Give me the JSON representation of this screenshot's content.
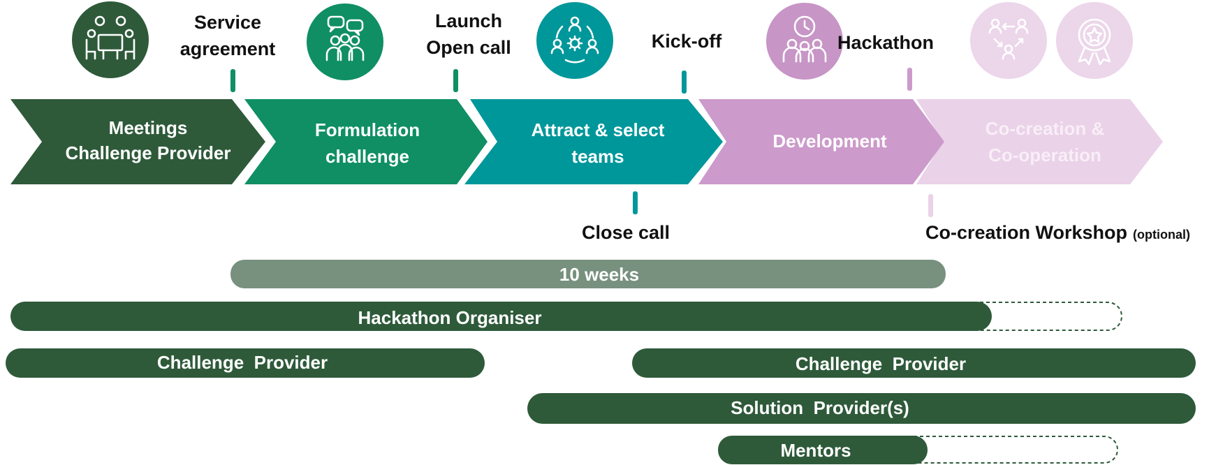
{
  "phases": [
    {
      "id": "meetings",
      "line1": "Meetings",
      "line2": "Challenge Provider",
      "color": "#2e5a3a",
      "icon": "meeting-table-icon",
      "icon_color": "#2e5a3a"
    },
    {
      "id": "formulation",
      "line1": "Formulation",
      "line2": "challenge",
      "color": "#0f8f63",
      "icon": "group-discussion-icon",
      "icon_color": "#0f8f63"
    },
    {
      "id": "attract",
      "line1": "Attract & select",
      "line2": "teams",
      "color": "#00979a",
      "icon": "team-cycle-gear-icon",
      "icon_color": "#00979a"
    },
    {
      "id": "development",
      "line1": "Development",
      "line2": "",
      "color": "#cc9acb",
      "icon": "team-clock-icon",
      "icon_color": "#c795c6"
    },
    {
      "id": "cocreation",
      "line1": "Co-creation &",
      "line2": "Co-operation",
      "color": "#ead2e8",
      "icon": "exchange-people-icon",
      "icon_color": "#ecd6ea",
      "extra_icon": "award-badge-icon"
    }
  ],
  "milestones_top": [
    {
      "id": "service-agreement",
      "line1": "Service",
      "line2": "agreement",
      "color": "#0f8f63"
    },
    {
      "id": "launch-open-call",
      "line1": "Launch",
      "line2": "Open call",
      "color": "#0f8f63"
    },
    {
      "id": "kick-off",
      "line1": "Kick-off",
      "line2": "",
      "color": "#00979a"
    },
    {
      "id": "hackathon",
      "line1": "Hackathon",
      "line2": "",
      "color": "#cc9acb"
    }
  ],
  "milestones_bottom": [
    {
      "id": "close-call",
      "label": "Close call",
      "note": "",
      "color": "#00979a"
    },
    {
      "id": "co-creation-workshop",
      "label": "Co-creation Workshop",
      "note": "(optional)",
      "color": "#ead2e8"
    }
  ],
  "bars": [
    {
      "id": "ten-weeks",
      "label": "10 weeks",
      "color": "#78907e"
    },
    {
      "id": "hackathon-organiser",
      "label": "Hackathon Organiser",
      "color": "#2e5a3a",
      "dashed_extension": true
    },
    {
      "id": "challenge-provider-early",
      "label": "Challenge  Provider",
      "color": "#2e5a3a"
    },
    {
      "id": "challenge-provider-late",
      "label": "Challenge  Provider",
      "color": "#2e5a3a"
    },
    {
      "id": "solution-providers",
      "label": "Solution  Provider(s)",
      "color": "#2e5a3a"
    },
    {
      "id": "mentors",
      "label": "Mentors",
      "color": "#2e5a3a",
      "dashed_extension": true
    }
  ]
}
